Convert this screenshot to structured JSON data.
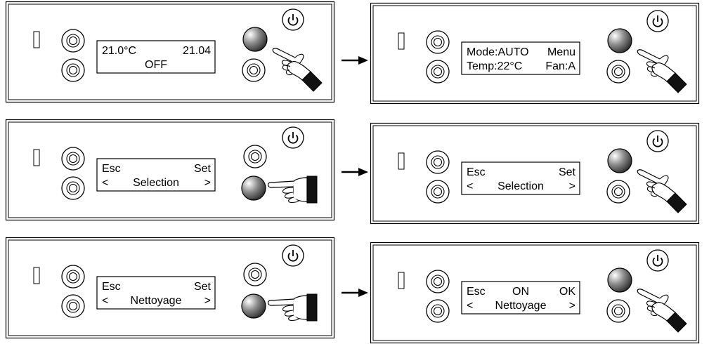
{
  "panels": [
    {
      "id": "p1",
      "display": {
        "line1": {
          "left": "21.0°C",
          "center": "",
          "right": "21.04"
        },
        "line2": {
          "left": "",
          "center": "OFF",
          "right": ""
        }
      },
      "pressed": "top",
      "hand": "diag"
    },
    {
      "id": "p2",
      "display": {
        "line1": {
          "left": "Mode:AUTO",
          "center": "",
          "right": "Menu"
        },
        "line2": {
          "left": "Temp:22°C",
          "center": "",
          "right": "Fan:A"
        }
      },
      "pressed": "top",
      "hand": "diag"
    },
    {
      "id": "p3",
      "display": {
        "line1": {
          "left": "Esc",
          "center": "",
          "right": "Set"
        },
        "line2": {
          "left": "<",
          "center": "Selection",
          "right": ">"
        }
      },
      "pressed": "bottom",
      "hand": "point"
    },
    {
      "id": "p4",
      "display": {
        "line1": {
          "left": "Esc",
          "center": "",
          "right": "Set"
        },
        "line2": {
          "left": "<",
          "center": "Selection",
          "right": ">"
        }
      },
      "pressed": "top",
      "hand": "diag"
    },
    {
      "id": "p5",
      "display": {
        "line1": {
          "left": "Esc",
          "center": "",
          "right": "Set"
        },
        "line2": {
          "left": "<",
          "center": "Nettoyage",
          "right": ">"
        }
      },
      "pressed": "bottom",
      "hand": "point"
    },
    {
      "id": "p6",
      "display": {
        "line1": {
          "left": "Esc",
          "center": "ON",
          "right": "OK"
        },
        "line2": {
          "left": "<",
          "center": "Nettoyage",
          "right": ">"
        }
      },
      "pressed": "top",
      "hand": "diag"
    }
  ],
  "icons": {
    "arrow": "arrow-right-icon",
    "power": "power-icon",
    "hand": "pointing-hand-icon"
  }
}
